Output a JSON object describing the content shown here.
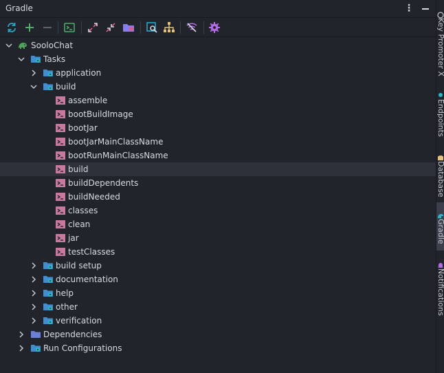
{
  "window": {
    "title": "Gradle"
  },
  "toolbar": {
    "icons": [
      "refresh-icon",
      "add-icon",
      "remove-icon",
      "terminal-icon",
      "expand-all-icon",
      "collapse-all-icon",
      "folder-tasks-icon",
      "analyze-icon",
      "dependencies-icon",
      "offline-icon",
      "settings-icon"
    ]
  },
  "tree": {
    "root": "SooloChat",
    "tasks": "Tasks",
    "application": "application",
    "build": "build",
    "build_tasks": [
      "assemble",
      "bootBuildImage",
      "bootJar",
      "bootJarMainClassName",
      "bootRunMainClassName",
      "build",
      "buildDependents",
      "buildNeeded",
      "classes",
      "clean",
      "jar",
      "testClasses"
    ],
    "groups": [
      "build setup",
      "documentation",
      "help",
      "other",
      "verification"
    ],
    "dependencies": "Dependencies",
    "run_configurations": "Run Configurations"
  },
  "right_bar": {
    "tabs": [
      "Key Promoter X",
      "Endpoints",
      "Database",
      "Gradle",
      "Notifications"
    ],
    "active": "Gradle"
  },
  "colors": {
    "background": "#21252b",
    "selected_row": "#2c313a",
    "folder_blue": "#3d8fd1",
    "gear_teal": "#2bb8c4",
    "task_pink": "#c77a9e",
    "elephant_green": "#4fa35a",
    "accent_purple": "#b06be0",
    "refresh_cyan": "#2aa5c7",
    "add_green": "#4caf6a"
  }
}
